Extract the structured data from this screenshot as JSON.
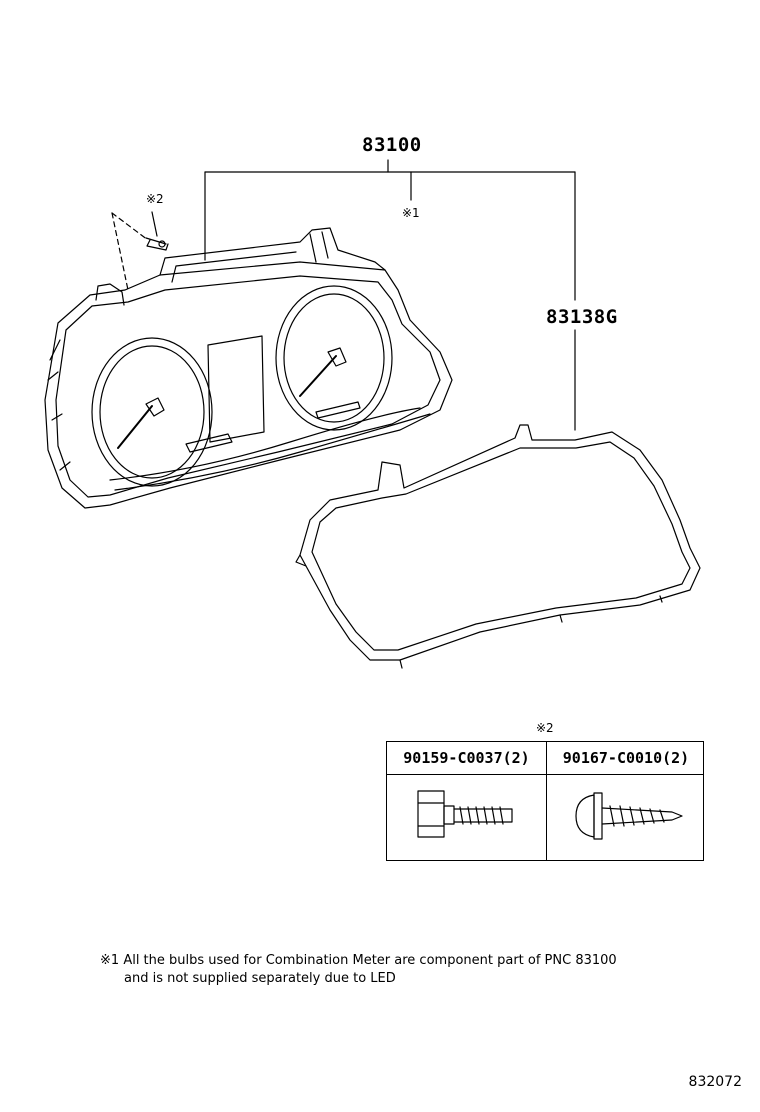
{
  "parts": {
    "main_assembly": "83100",
    "lens_glass": "83138G"
  },
  "marks": {
    "bulb_note_mark": "※1",
    "screw_mark_top": "※2",
    "screw_mark_table": "※2"
  },
  "screw_table": {
    "columns": [
      {
        "part_number": "90159-C0037",
        "qty": "(2)",
        "icon": "hex-flange-bolt-icon"
      },
      {
        "part_number": "90167-C0010",
        "qty": "(2)",
        "icon": "truss-head-screw-icon"
      }
    ]
  },
  "footnote": {
    "mark": "※1",
    "line1": "All the bulbs used for Combination Meter are component part of PNC 83100",
    "line2": "and is not supplied separately due to LED"
  },
  "figure_number": "832072"
}
